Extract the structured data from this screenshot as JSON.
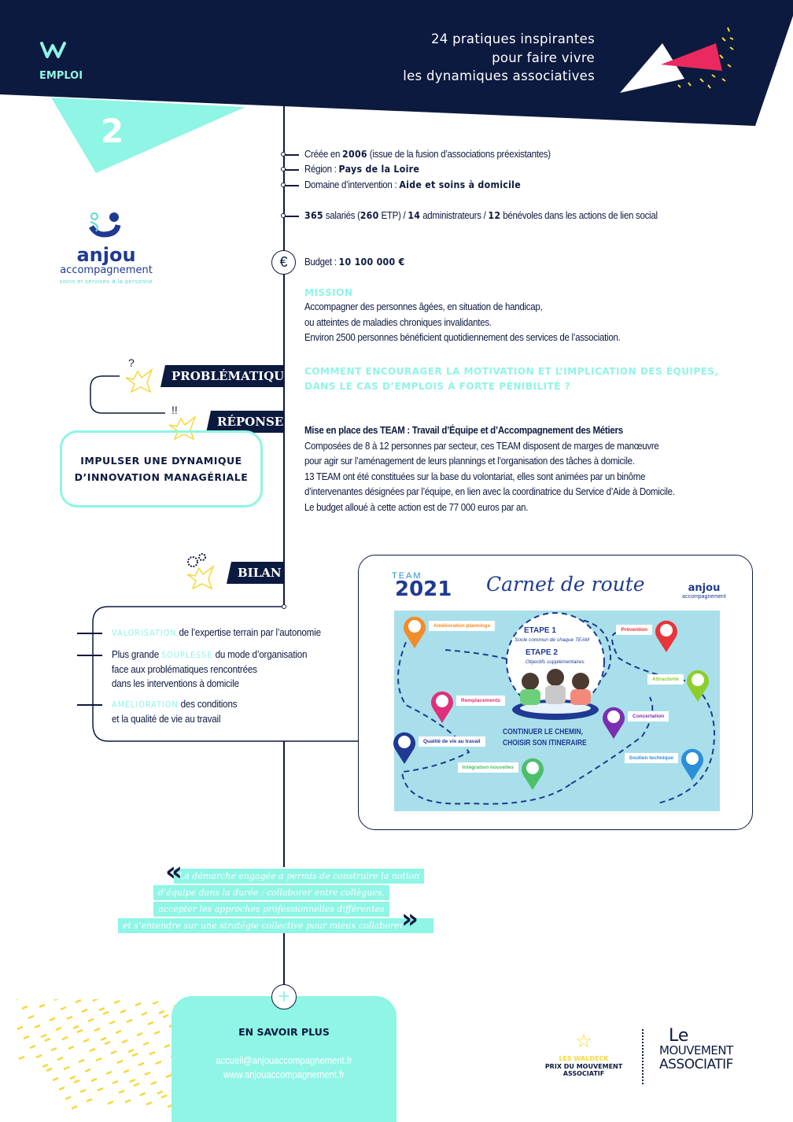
{
  "header": {
    "section": "EMPLOI",
    "title_lines": [
      "24 pratiques inspirantes",
      "pour faire vivre",
      "les dynamiques associatives"
    ],
    "practice_number": "2"
  },
  "org": {
    "logo_name": "anjou",
    "logo_sub": "accompagnement",
    "logo_tagline": "soins et services à la personne"
  },
  "facts": {
    "created_prefix": "Créée en ",
    "created_year": "2006",
    "created_suffix": " (issue de la fusion d’associations préexistantes)",
    "region_label": "Région : ",
    "region": "Pays de la Loire",
    "domain_label": "Domaine d’intervention : ",
    "domain": "Aide et soins à domicile",
    "staff_count": "365",
    "staff_text1": " salariés (",
    "etp": "260",
    "staff_text2": " ETP) / ",
    "admins": "14",
    "staff_text3": " administrateurs / ",
    "volunteers": "12",
    "staff_text4": " bénévoles dans les actions de lien social",
    "budget_label": "Budget : ",
    "budget": "10 100 000 €"
  },
  "mission": {
    "heading": "MISSION",
    "lines": [
      "Accompagner des personnes âgées, en situation de handicap,",
      "ou atteintes de maladies chroniques invalidantes.",
      "Environ 2500 personnes bénéficient quotidiennement des services de l’association."
    ]
  },
  "problem": {
    "tag": "PROBLÉMATIQUE",
    "lines": [
      "COMMENT ENCOURAGER LA MOTIVATION ET L’IMPLICATION DES ÉQUIPES,",
      "DANS LE CAS D’EMPLOIS À FORTE PÉNIBILITÉ ?"
    ]
  },
  "response": {
    "tag": "RÉPONSE",
    "box_lines": [
      "IMPULSER UNE DYNAMIQUE",
      "D’INNOVATION MANAGÉRIALE"
    ],
    "title": "Mise en place des TEAM : Travail d’Équipe et d’Accompagnement des Métiers",
    "lines": [
      "Composées de 8 à 12 personnes par secteur, ces TEAM disposent de marges de manœuvre",
      "pour agir sur l’aménagement de leurs plannings et l’organisation des tâches à domicile.",
      "13 TEAM ont été constituées sur la base du volontariat, elles sont animées par un binôme",
      "d’intervenantes désignées par l’équipe, en lien avec la coordinatrice du Service d’Aide à Domicile.",
      "Le budget alloué à cette action est de 77 000 euros par an."
    ]
  },
  "bilan": {
    "tag": "BILAN",
    "items": [
      {
        "pre": "",
        "key": "VALORISATION",
        "post": " de l’expertise terrain par l’autonomie",
        "more": []
      },
      {
        "pre": "Plus grande ",
        "key": "SOUPLESSE",
        "post": " du mode d’organisation",
        "more": [
          "face aux problématiques rencontrées",
          "dans les interventions à domicile"
        ]
      },
      {
        "pre": "",
        "key": "AMÉLIORATION",
        "post": " des conditions",
        "more": [
          "et la qualité de vie au travail"
        ]
      }
    ]
  },
  "roadmap": {
    "team": "TEAM",
    "year": "2021",
    "title": "Carnet de route",
    "logo": "anjou",
    "logo_sub": "accompagnement",
    "step1": "ETAPE 1",
    "step1_sub": "Socle commun de chaque TEAM",
    "step2": "ETAPE 2",
    "step2_sub": "Objectifs supplémentaires",
    "slogan1": "CONTINUER LE CHEMIN,",
    "slogan2": "CHOISIR SON ITINERAIRE",
    "pins": [
      {
        "label": "Amélioration plannings",
        "color": "#f28c28"
      },
      {
        "label": "Remplacements",
        "color": "#e0307a"
      },
      {
        "label": "Qualité de vie au travail",
        "color": "#1f3a93"
      },
      {
        "label": "Intégration nouvelles",
        "color": "#4cbf6a"
      },
      {
        "label": "Prévention",
        "color": "#e8343a"
      },
      {
        "label": "Attractivité",
        "color": "#8ccf2a"
      },
      {
        "label": "Concertation",
        "color": "#7a2fb0"
      },
      {
        "label": "Soutien technique",
        "color": "#2a8fd8"
      }
    ]
  },
  "quote": {
    "lines": [
      "La démarche engagée a permis de construire la notion",
      "d’équipe dans la durée : collaborer entre collègues,",
      "accepter les approches professionnelles différentes",
      "et s’entendre sur une stratégie collective pour mieux collaborer."
    ],
    "open": "«",
    "close": "»"
  },
  "more": {
    "heading": "EN SAVOIR PLUS",
    "email": "accueil@anjouaccompagnement.fr",
    "website": "www.anjouaccompagnement.fr"
  },
  "footer": {
    "waldeck1": "LES WALDECK",
    "waldeck2": "PRIX DU MOUVEMENT",
    "waldeck3": "ASSOCIATIF",
    "mouvement1": "Le",
    "mouvement2": "MOUVEMENT",
    "mouvement3": "ASSOCIATIF"
  },
  "colors": {
    "navy": "#0d1a3f",
    "mint": "#8ff5e5",
    "pink": "#ea2a5f",
    "yellow": "#f5d83a"
  }
}
